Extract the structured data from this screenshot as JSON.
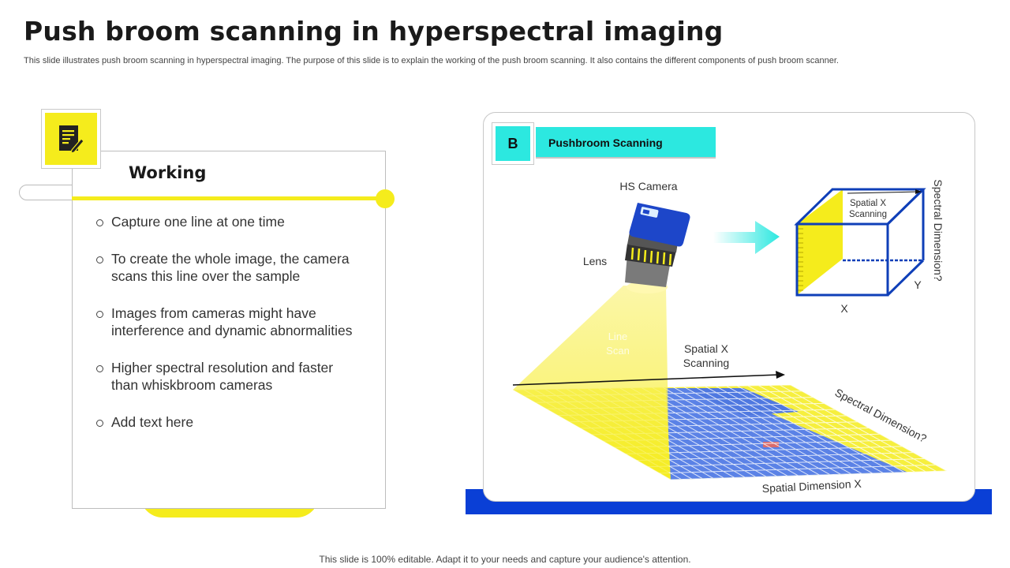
{
  "page": {
    "title": "Push broom scanning in hyperspectral imaging",
    "subtitle": "This slide illustrates push broom scanning in hyperspectral imaging. The purpose of this slide is to explain the working of the push broom scanning. It also contains the different components of push broom scanner.",
    "footer": "This slide is 100% editable. Adapt it to your needs and capture your audience's attention."
  },
  "left_panel": {
    "icon": "document-pen-icon",
    "heading": "Working",
    "bullets": [
      "Capture one line at one time",
      "To create the whole image, the camera scans this line over the sample",
      "Images from cameras might have interference and dynamic abnormalities",
      "Higher spectral resolution and faster than whiskbroom cameras",
      "Add text here"
    ]
  },
  "right_panel": {
    "badge": "B",
    "heading": "Pushbroom Scanning",
    "labels": {
      "hs_camera": "HS Camera",
      "lens": "Lens",
      "line_scan": [
        "Line",
        "Scan"
      ],
      "spatial_x_scanning": [
        "Spatial X",
        "Scanning"
      ],
      "cube_spatial_x_scanning": [
        "Spatial X",
        "Scanning"
      ],
      "spectral_dimension_vertical": "Spectral Dimension?",
      "cube_y": "Y",
      "cube_x": "X",
      "spectral_dimension_diag": "Spectral Dimension?",
      "spatial_dimension_x": "Spatial Dimension X"
    }
  },
  "colors": {
    "yellow": "#f5ec1c",
    "cyan": "#2ce8e0",
    "blue": "#0a3fd6",
    "grid_blue": "#5b82e6"
  }
}
